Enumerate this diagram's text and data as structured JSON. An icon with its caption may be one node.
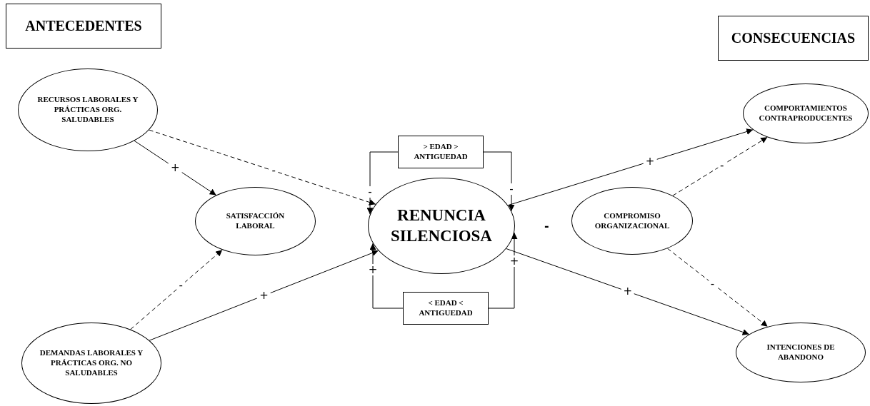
{
  "diagram": {
    "nodes": [
      {
        "text": [
          "ANTECEDENTES"
        ]
      },
      {
        "text": [
          "CONSECUENCIAS"
        ]
      },
      {
        "text": [
          "RECURSOS LABORALES Y PRÁCTICAS ORG. SALUDABLES"
        ]
      },
      {
        "text": [
          "SATISFACCIÓN LABORAL"
        ]
      },
      {
        "text": [
          "RENUNCIA SILENCIOSA"
        ]
      },
      {
        "text": [
          "> EDAD > ANTIGUEDAD"
        ]
      },
      {
        "text": [
          "< EDAD < ANTIGUEDAD"
        ]
      },
      {
        "text": [
          "DEMANDAS LABORALES Y PRÁCTICAS ORG. NO SALUDABLES"
        ]
      },
      {
        "text": [
          "COMPROMISO ORGANIZACIONAL"
        ]
      },
      {
        "text": [
          "COMPORTAMIENTOS CONTRAPRODUCENTES"
        ]
      },
      {
        "text": [
          "INTENCIONES DE ABANDONO"
        ]
      }
    ],
    "edges": [
      {
        "from": 2,
        "to": 3,
        "arrow": "to",
        "label": "+"
      },
      {
        "from": 2,
        "to": 4,
        "arrow": "to",
        "label": "-",
        "style": "dashed"
      },
      {
        "from": 7,
        "to": 3,
        "arrow": "to",
        "label": "-",
        "style": "dashed"
      },
      {
        "from": 7,
        "to": 4,
        "arrow": "to",
        "label": "+"
      },
      {
        "from": 5,
        "to": 4,
        "arrow": "to",
        "label": "-"
      },
      {
        "from": 5,
        "to": 4,
        "arrow": "to",
        "label": "-"
      },
      {
        "from": 6,
        "to": 4,
        "arrow": "to",
        "label": "+"
      },
      {
        "from": 6,
        "to": 4,
        "arrow": "to",
        "label": "+"
      },
      {
        "from": 4,
        "to": 9,
        "arrow": "to",
        "label": "+"
      },
      {
        "from": 4,
        "to": 10,
        "arrow": "to",
        "label": "+"
      },
      {
        "from": 8,
        "to": 9,
        "arrow": "to",
        "label": "-",
        "style": "dashed"
      },
      {
        "from": 8,
        "to": 10,
        "arrow": "to",
        "label": "-",
        "style": "dashed"
      }
    ],
    "labels": [
      "-"
    ]
  }
}
